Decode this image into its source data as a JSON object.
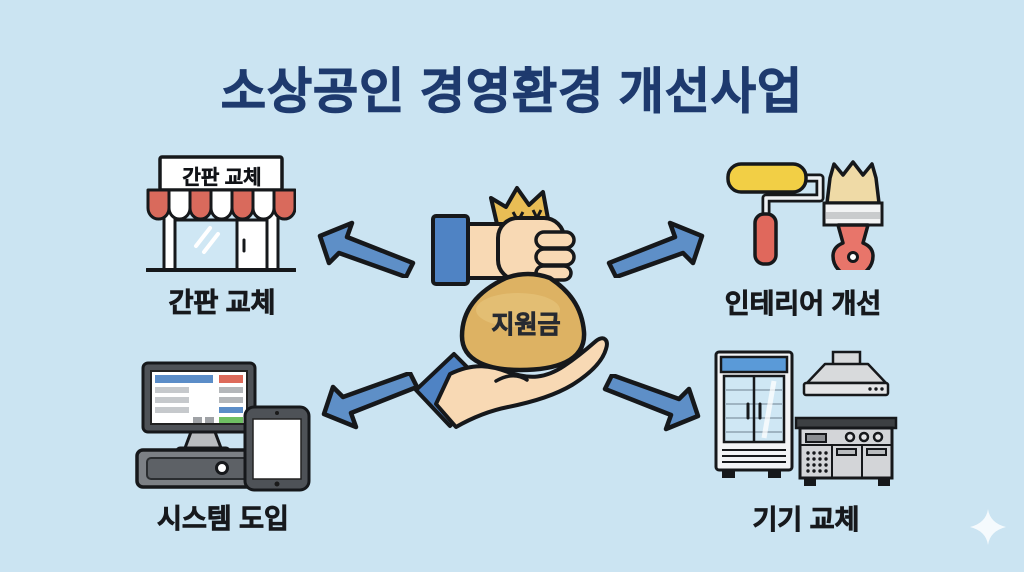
{
  "title": "소상공인 경영환경 개선사업",
  "center": {
    "icon": "hand-giving-money-bag-icon",
    "bag_label": "지원금"
  },
  "items": [
    {
      "id": "signboard",
      "label": "간판 교체",
      "sign_text": "간판 교체",
      "icon": "storefront-icon",
      "position": "top-left"
    },
    {
      "id": "interior",
      "label": "인테리어 개선",
      "icon": "paint-roller-brush-icon",
      "position": "top-right"
    },
    {
      "id": "system",
      "label": "시스템 도입",
      "icon": "pos-system-icon",
      "position": "bottom-left"
    },
    {
      "id": "equipment",
      "label": "기기 교체",
      "icon": "kitchen-equipment-icon",
      "position": "bottom-right"
    }
  ],
  "arrows": [
    {
      "direction": "up-left"
    },
    {
      "direction": "up-right"
    },
    {
      "direction": "down-left"
    },
    {
      "direction": "down-right"
    }
  ],
  "decorations": {
    "sparkle_icon": "four-point-star"
  },
  "colors": {
    "background": "#cbe4f2",
    "title_text": "#1e3a6e",
    "label_text": "#17191d",
    "outline": "#16181b",
    "arrow_fill": "#5e8fc7",
    "money_bag": "#ddb263",
    "bag_ruffle": "#e9bd55",
    "skin": "#f8d9b4",
    "sleeve_blue": "#4f83c4",
    "awning_red": "#d96a5c",
    "store_window_blue": "#cfe7f4",
    "roller_yellow": "#f2cf45",
    "handle_red": "#e0685c",
    "brush_bristle": "#efdaa6",
    "screen_blue": "#5b8dc8",
    "screen_red": "#dd6a5a",
    "screen_green": "#6fbf63",
    "fridge_blue": "#5a9ad8",
    "appliance_gray": "#d3d5d8",
    "sparkle": "#ffffff"
  }
}
